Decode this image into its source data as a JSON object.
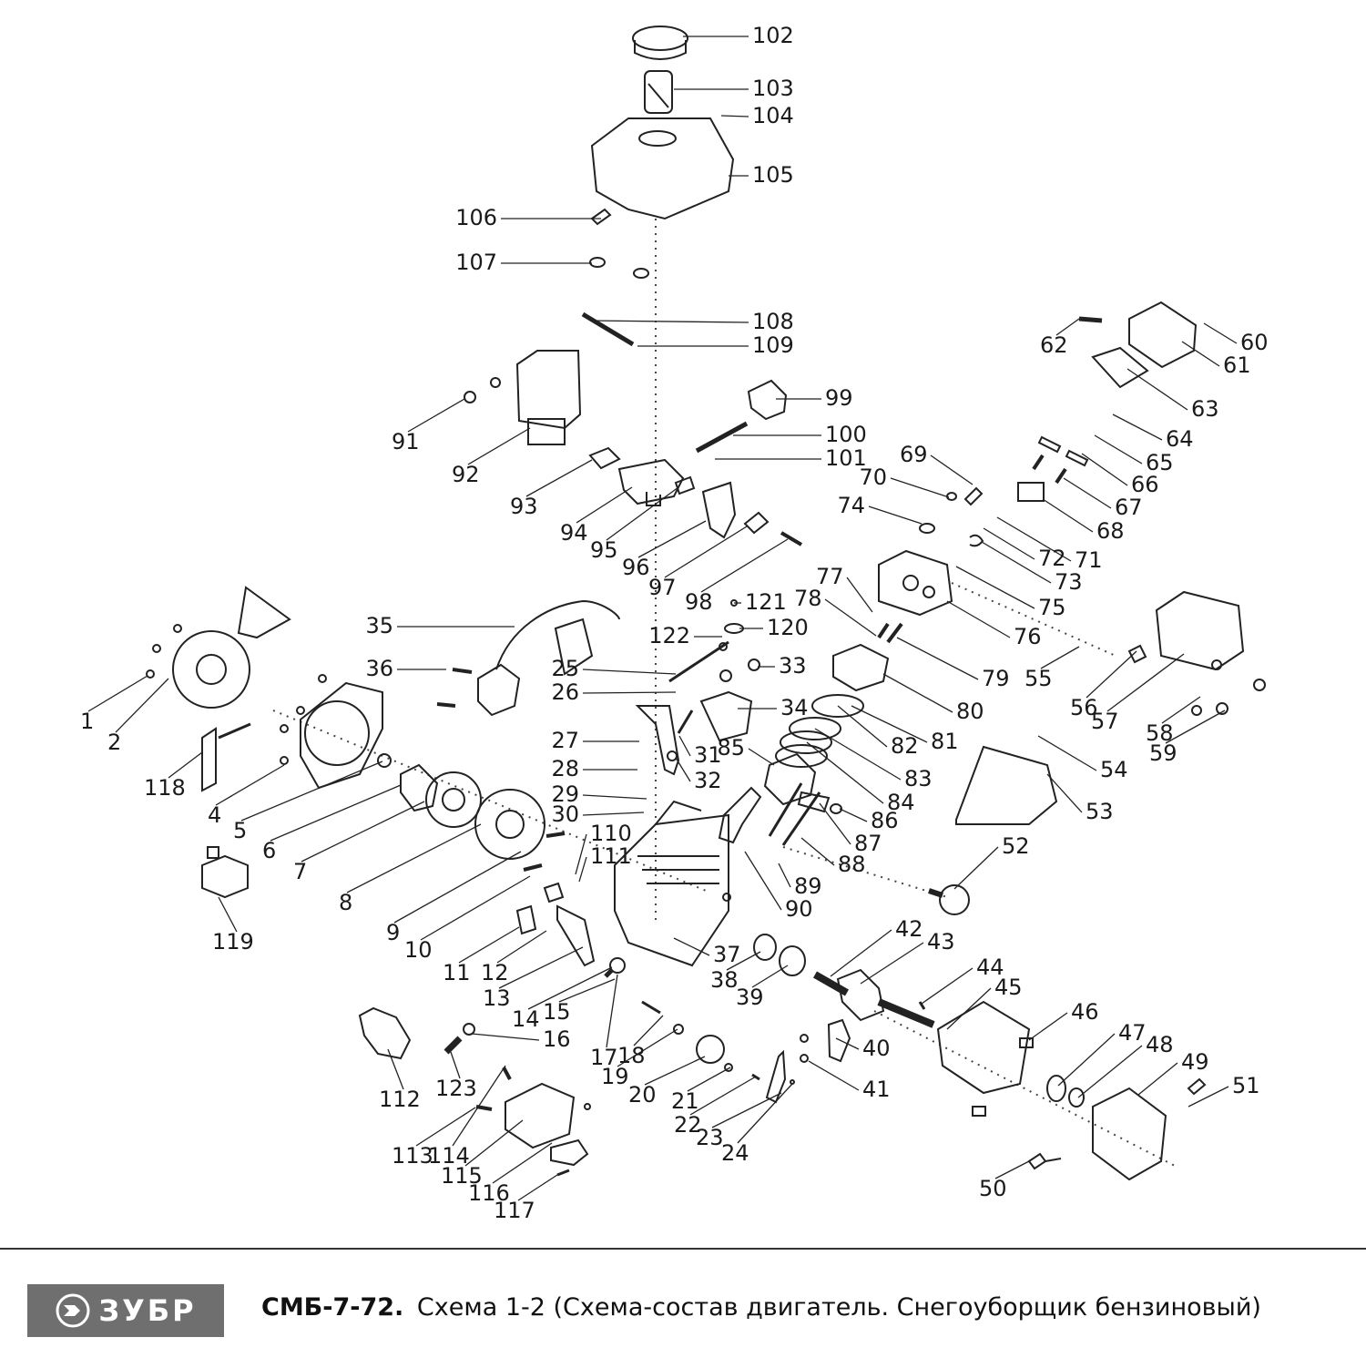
{
  "diagram": {
    "part_labels": [
      "102",
      "103",
      "104",
      "105",
      "106",
      "107",
      "108",
      "109",
      "99",
      "100",
      "101",
      "91",
      "92",
      "93",
      "94",
      "95",
      "96",
      "97",
      "98",
      "62",
      "60",
      "61",
      "63",
      "64",
      "65",
      "66",
      "67",
      "68",
      "69",
      "70",
      "74",
      "71",
      "72",
      "73",
      "75",
      "76",
      "77",
      "78",
      "79",
      "121",
      "122",
      "120",
      "33",
      "35",
      "36",
      "25",
      "26",
      "27",
      "28",
      "29",
      "30",
      "31",
      "32",
      "34",
      "85",
      "82",
      "83",
      "84",
      "86",
      "87",
      "88",
      "89",
      "90",
      "80",
      "81",
      "55",
      "56",
      "57",
      "58",
      "59",
      "53",
      "54",
      "52",
      "1",
      "2",
      "118",
      "4",
      "5",
      "6",
      "7",
      "8",
      "9",
      "10",
      "110",
      "111",
      "11",
      "12",
      "13",
      "14",
      "15",
      "16",
      "17",
      "18",
      "19",
      "20",
      "21",
      "22",
      "23",
      "24",
      "37",
      "38",
      "39",
      "40",
      "41",
      "42",
      "43",
      "44",
      "45",
      "46",
      "47",
      "48",
      "49",
      "50",
      "51",
      "119",
      "112",
      "123",
      "113",
      "114",
      "115",
      "116",
      "117"
    ]
  },
  "footer": {
    "brand": "ЗУБР",
    "model": "СМБ-7-72.",
    "caption": "Схема 1-2 (Схема-состав двигатель. Снегоуборщик бензиновый)"
  }
}
